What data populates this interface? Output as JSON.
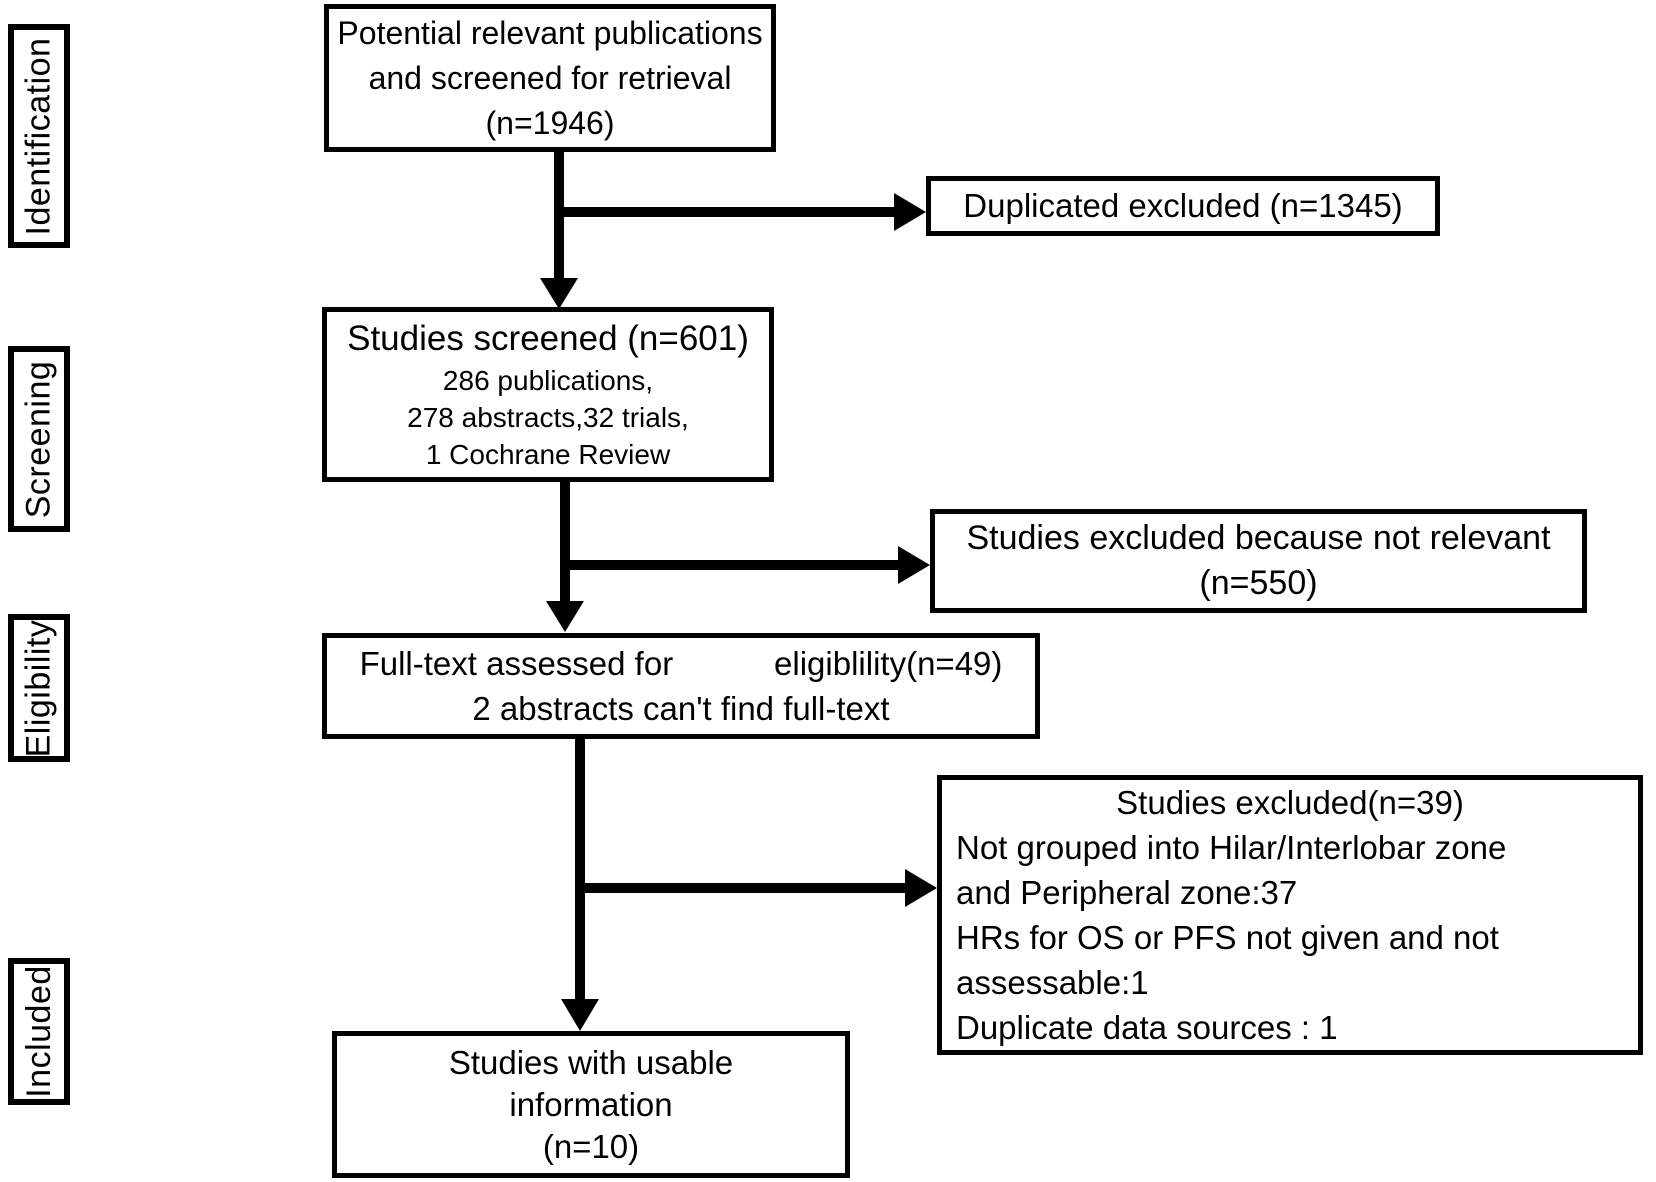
{
  "stages": {
    "identification": "Identification",
    "screening": "Screening",
    "eligibility": "Eligibility",
    "included": "Included"
  },
  "flow": {
    "identified": {
      "lines": [
        "Potential relevant publications",
        "and screened for retrieval",
        "(n=1946)"
      ]
    },
    "screened": {
      "title": "Studies screened (n=601)",
      "details": [
        "286 publications,",
        "278 abstracts,32 trials,",
        "1 Cochrane Review"
      ]
    },
    "fulltext": {
      "lines": [
        "Full-text assessed for           eligiblility(n=49)",
        "2 abstracts can't find full-text"
      ]
    },
    "included": {
      "lines": [
        "Studies with usable",
        "information",
        "(n=10)"
      ]
    }
  },
  "exclusions": {
    "duplicated": {
      "text": "Duplicated excluded (n=1345)"
    },
    "not_relevant": {
      "lines": [
        "Studies excluded because not relevant",
        "(n=550)"
      ]
    },
    "full_text_excluded": {
      "title": "Studies excluded(n=39)",
      "reasons": [
        "Not grouped into Hilar/Interlobar zone",
        "and Peripheral zone:37",
        "HRs for OS or PFS not given and not",
        "assessable:1",
        "Duplicate data sources : 1"
      ]
    }
  },
  "colors": {
    "line": "#000000",
    "border": "#000000",
    "text": "#000000",
    "background": "#ffffff"
  }
}
